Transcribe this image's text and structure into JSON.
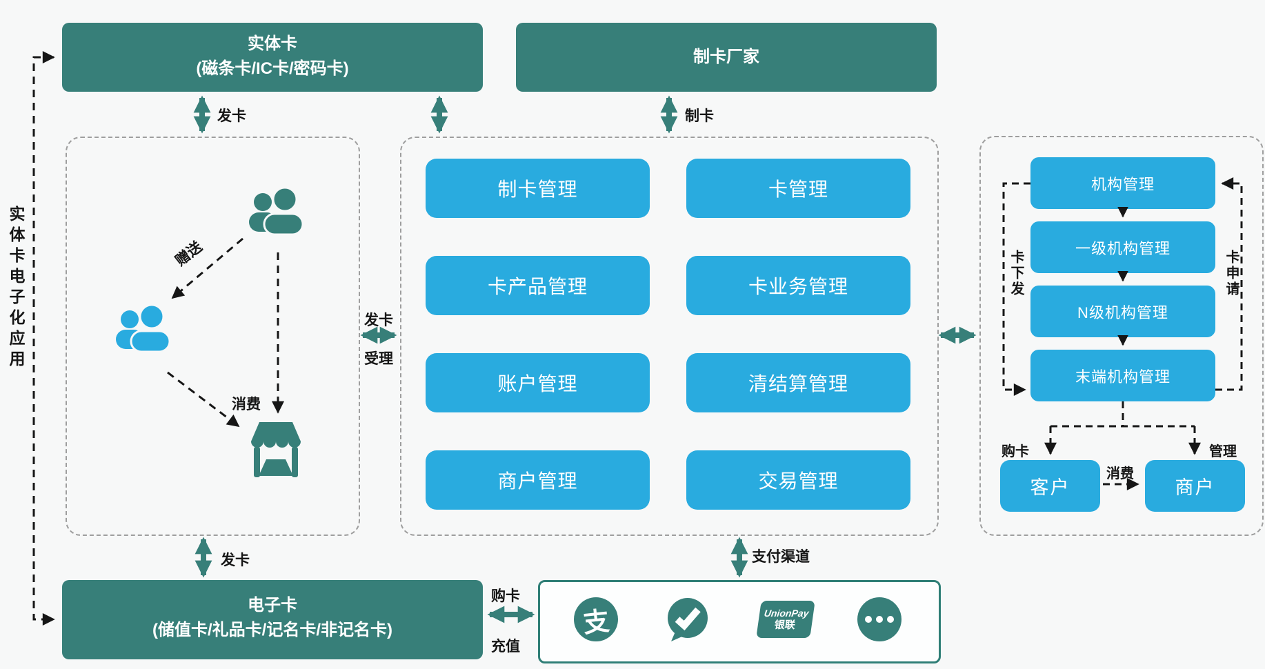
{
  "colors": {
    "teal": "#377F79",
    "blue": "#29ABDF",
    "ink": "#161616",
    "dash_gray": "#9E9E9E",
    "bg": "#F7F8F8"
  },
  "top_row": {
    "physical_card": {
      "title": "实体卡",
      "subtitle": "(磁条卡/IC卡/密码卡)"
    },
    "card_maker": {
      "title": "制卡厂家"
    }
  },
  "left_rail": {
    "label": "实体卡电子化应用"
  },
  "consumer_zone": {
    "gift_label": "赠送",
    "consume_label": "消费"
  },
  "platform_zone": {
    "modules": [
      "制卡管理",
      "卡管理",
      "卡产品管理",
      "卡业务管理",
      "账户管理",
      "清结算管理",
      "商户管理",
      "交易管理"
    ]
  },
  "org_zone": {
    "levels": [
      "机构管理",
      "一级机构管理",
      "N级机构管理",
      "末端机构管理"
    ],
    "card_distribute_label": "卡下发",
    "card_apply_label": "卡申请",
    "buy_card_label": "购卡",
    "manage_label": "管理",
    "consume_label": "消费",
    "customer": "客户",
    "merchant": "商户"
  },
  "connectors": {
    "issue_top": "发卡",
    "make_card": "制卡",
    "issue": "发卡",
    "accept": "受理",
    "issue_bottom": "发卡",
    "payment_channel": "支付渠道",
    "buy_card": "购卡",
    "recharge": "充值"
  },
  "bottom_row": {
    "ecard": {
      "title": "电子卡",
      "subtitle": "(储值卡/礼品卡/记名卡/非记名卡)"
    },
    "payments": {
      "alipay_glyph": "支",
      "unionpay_line1": "UnionPay",
      "unionpay_line2": "银联"
    }
  }
}
